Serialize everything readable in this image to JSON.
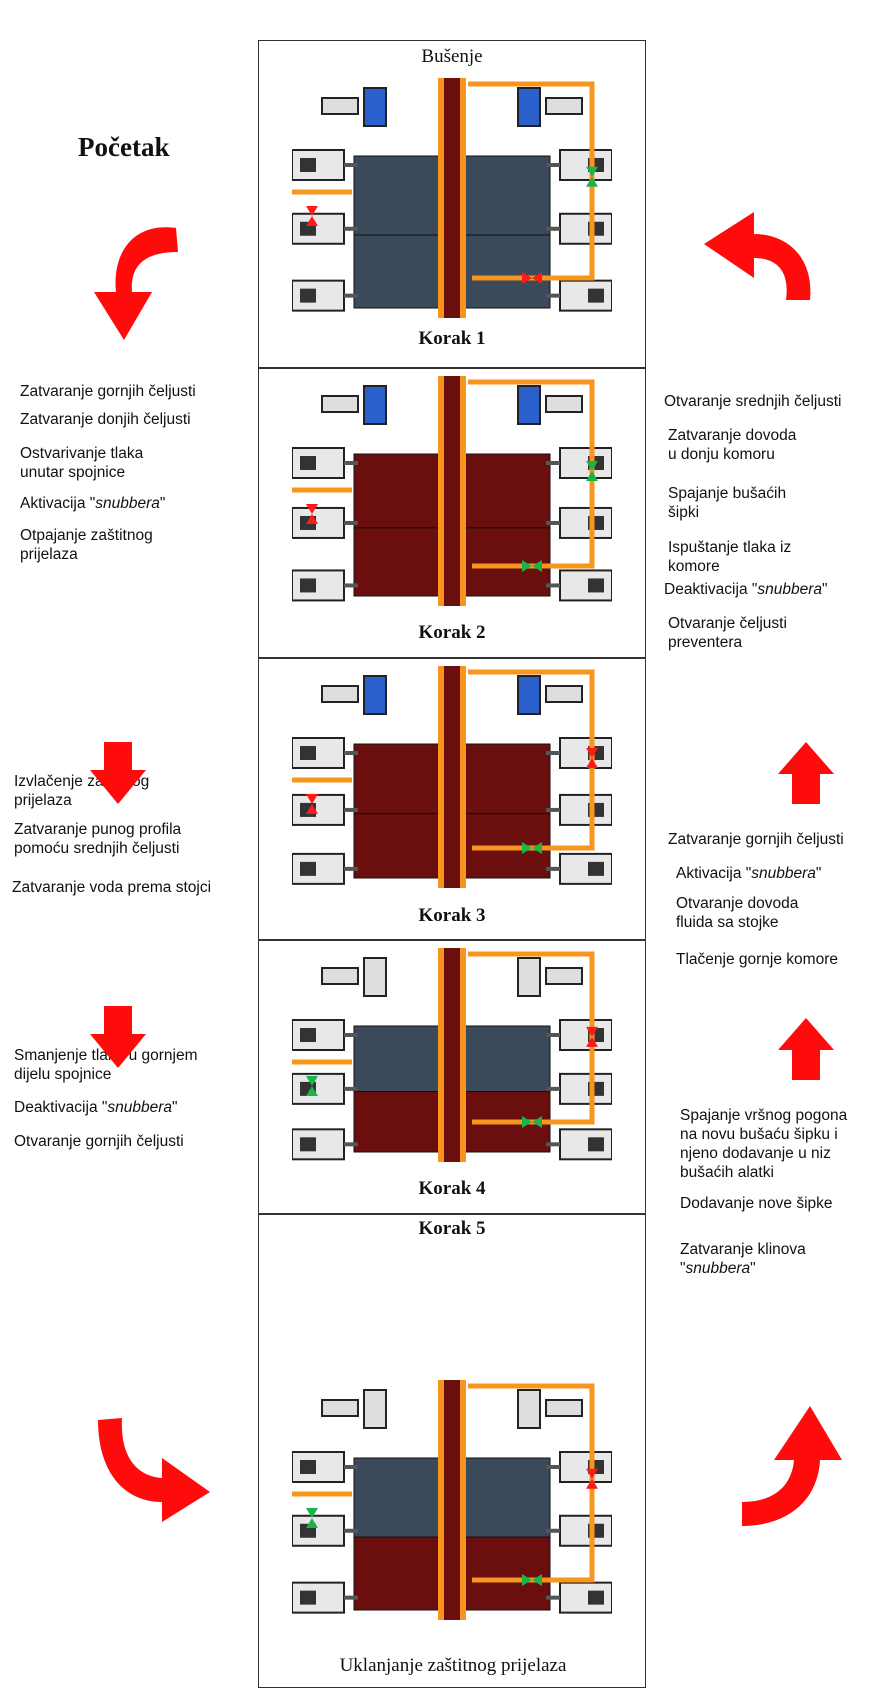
{
  "heading": "Početak",
  "top_caption": "Bušenje",
  "bottom_caption": "Uklanjanje zaštitnog prijelaza",
  "steps": [
    {
      "label": "Korak 1"
    },
    {
      "label": "Korak 2"
    },
    {
      "label": "Korak 3"
    },
    {
      "label": "Korak 4"
    },
    {
      "label": "Korak 5"
    }
  ],
  "left_text": {
    "g1": [
      "Zatvaranje gornjih čeljusti",
      "Zatvaranje donjih čeljusti",
      "Ostvarivanje tlaka\nunutar spojnice",
      "Aktivacija \"",
      "snubbera",
      "\"",
      "Otpajanje zaštitnog\nprijelaza"
    ],
    "g2": [
      "Izvlačenje zaštitnog\nprijelaza",
      "Zatvaranje punog profila\npomoću srednjih čeljusti",
      "Zatvaranje voda prema stojci"
    ],
    "g3": [
      "Smanjenje tlaka u gornjem\ndijelu spojnice",
      "Deaktivacija \"",
      "snubbera",
      "\"",
      "Otvaranje gornjih čeljusti"
    ]
  },
  "right_text": {
    "g1": [
      "Otvaranje srednjih čeljusti",
      "Zatvaranje dovoda\nu donju komoru",
      "Spajanje bušaćih\nšipki",
      "Ispuštanje tlaka iz\nkomore",
      "Deaktivacija \"",
      "snubbera",
      "\"",
      "Otvaranje čeljusti\npreventera"
    ],
    "g2": [
      "Zatvaranje gornjih čeljusti",
      "Aktivacija \"",
      "snubbera",
      "\"",
      "Otvaranje dovoda\nfluida sa stojke",
      "Tlačenje gornje komore"
    ],
    "g3": [
      "Spajanje vršnog pogona\nna novu bušaću šipku i\nnjeno dodavanje u niz\nbušaćih alatki",
      "Dodavanje nove šipke",
      "Zatvaranje klinova\n\"",
      "snubbera",
      "\""
    ]
  },
  "colors": {
    "arrow_red": "#ff0b0b",
    "pipe_orange": "#f7951e",
    "chamber_blue_gray": "#3b4a5a",
    "chamber_dark_red": "#6a0e0e",
    "valve_green": "#1cb34a",
    "valve_red": "#ff1a1a",
    "snubber_blue": "#2b5fcc"
  }
}
